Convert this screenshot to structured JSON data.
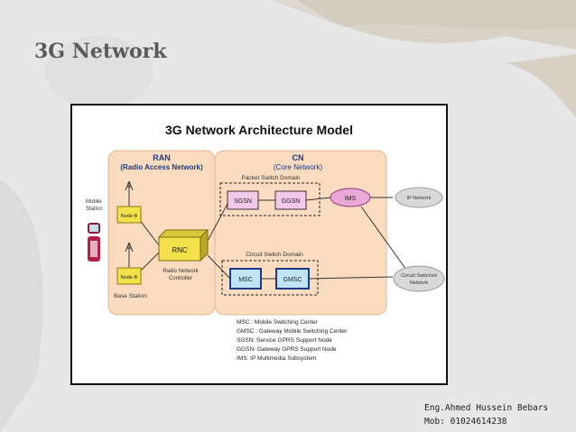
{
  "slide": {
    "title": "3G Network",
    "footer_name": "Eng.Ahmed Hussein Bebars",
    "footer_mob": "Mob: 01024614238"
  },
  "diagram": {
    "title": "3G Network Architecture Model",
    "ran": {
      "abbr": "RAN",
      "full": "(Radio Access Network)"
    },
    "cn": {
      "abbr": "CN",
      "full": "(Core Network)"
    },
    "packet_domain": "Packet Switch Domain",
    "circuit_domain": "Circuit Switch Domain",
    "mobile_station": [
      "Mobile",
      "Station"
    ],
    "nodeb_label": "Node-B",
    "base_station": "Base Station",
    "rnc": "RNC",
    "rnc_caption": [
      "Radio Network",
      "Controller"
    ],
    "sgsn": "SGSN",
    "ggsn": "GGSN",
    "msc": "MSC",
    "gmsc": "GMSC",
    "ims": "IMS",
    "ip_network": "IP Network",
    "circuit_network": [
      "Circuit Switched",
      "Network"
    ],
    "legend": [
      "MSC   : Mobile Switching Center",
      "GMSC : Gateway Mobile Switching Center",
      "SGSN: Service GPRS Support Node",
      "GGSN: Gateway GPRS Support Node",
      "IMS:  IP Multimedia Subsystem"
    ]
  },
  "colors": {
    "region_fill": "#f9dcc0",
    "packet_box": "#f4c8e8",
    "circuit_box": "#bfe4f5",
    "ims_cloud": "#e9a8d8",
    "nodeb": "#f2e14a",
    "rnc": "#f2e14a",
    "accent_title": "#1f3a7a"
  }
}
